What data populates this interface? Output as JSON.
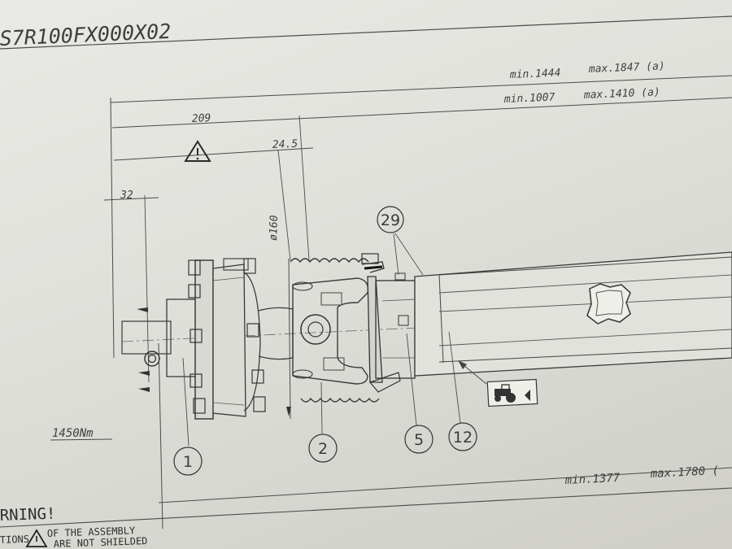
{
  "drawing": {
    "part_code": "S7R100FX000X02",
    "overall_length_1": {
      "min": "min.1444",
      "max": "max.1847 (a)"
    },
    "overall_length_2": {
      "min": "min.1007",
      "max": "max.1410 (a)"
    },
    "overall_length_3": {
      "min": "min.1377",
      "max": "max.1780 ("
    },
    "dim_209": "209",
    "dim_24_5": "24.5",
    "dim_32": "32",
    "dim_diameter": "ø160",
    "torque": "1450Nm",
    "warning_title": "RNING!",
    "warning_line1_a": "TIONS",
    "warning_line1_b": "OF THE ASSEMBLY",
    "warning_line2": "ARE NOT SHIELDED"
  },
  "balloons": [
    "1",
    "2",
    "5",
    "12",
    "29"
  ],
  "icons": [
    "warning-triangle-icon",
    "tractor-direction-icon"
  ]
}
